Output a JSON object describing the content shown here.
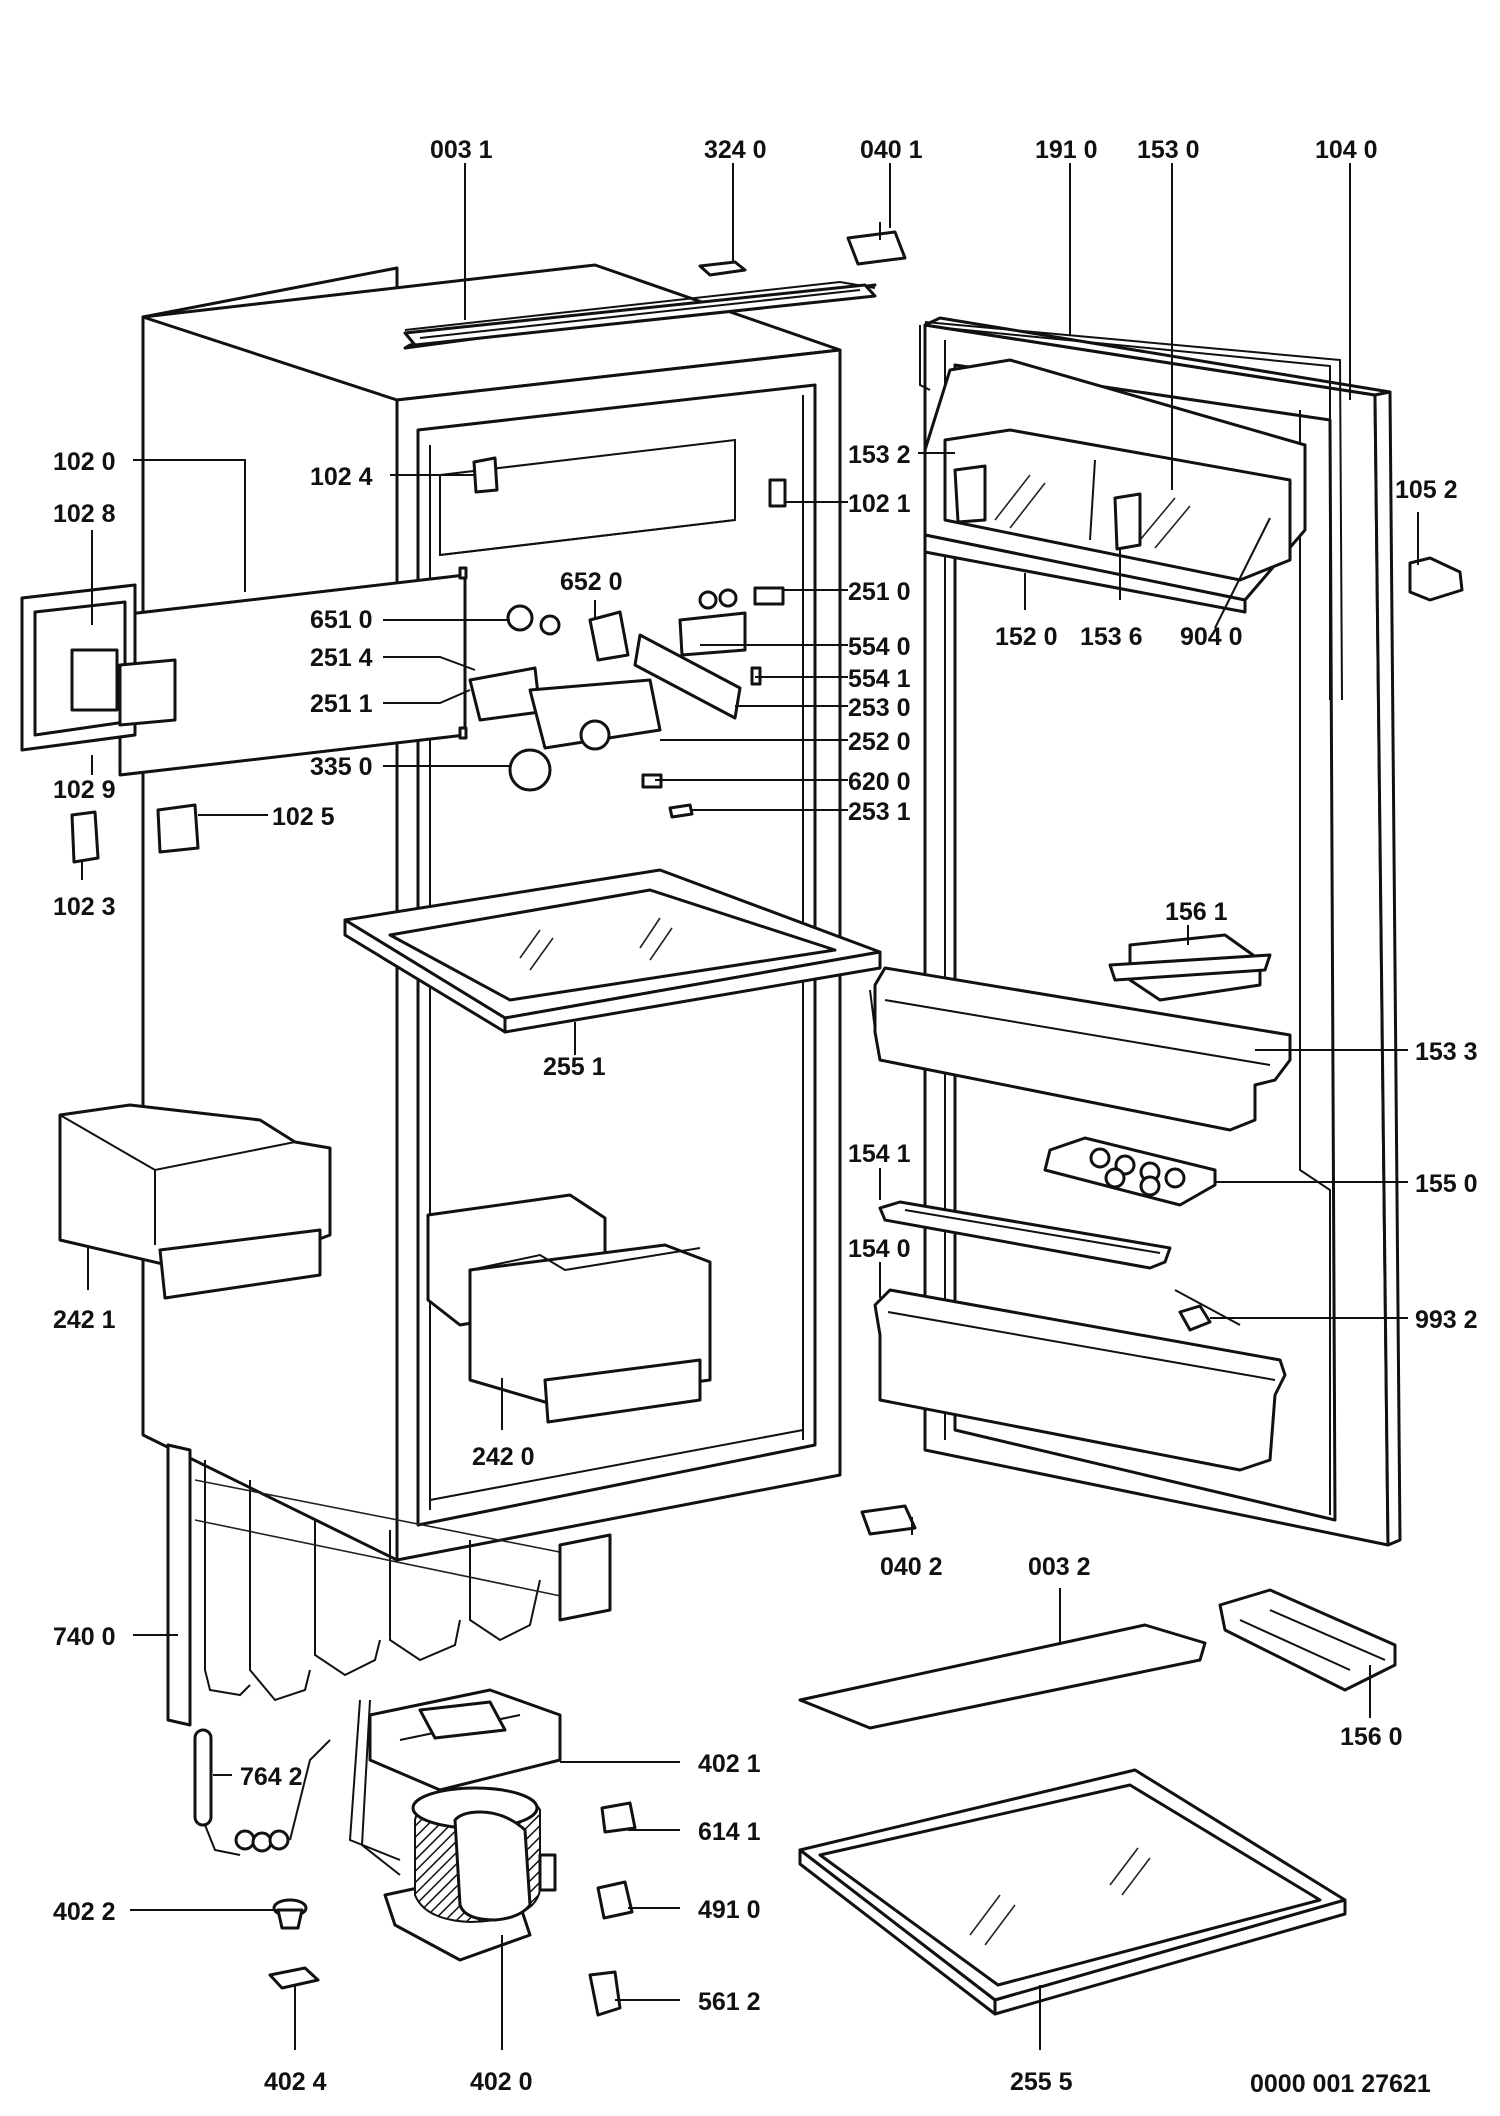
{
  "document_number": "0000 001 27621",
  "labels": [
    {
      "text": "003 1"
    },
    {
      "text": "324 0"
    },
    {
      "text": "040 1"
    },
    {
      "text": "191 0"
    },
    {
      "text": "153 0"
    },
    {
      "text": "104 0"
    },
    {
      "text": "102 0"
    },
    {
      "text": "102 4"
    },
    {
      "text": "102 8"
    },
    {
      "text": "153 2"
    },
    {
      "text": "102 1"
    },
    {
      "text": "105 2"
    },
    {
      "text": "652 0"
    },
    {
      "text": "251 0"
    },
    {
      "text": "651 0"
    },
    {
      "text": "554 0"
    },
    {
      "text": "251 4"
    },
    {
      "text": "554 1"
    },
    {
      "text": "152 0"
    },
    {
      "text": "153 6"
    },
    {
      "text": "904 0"
    },
    {
      "text": "251 1"
    },
    {
      "text": "253 0"
    },
    {
      "text": "252 0"
    },
    {
      "text": "335 0"
    },
    {
      "text": "620 0"
    },
    {
      "text": "102 9"
    },
    {
      "text": "102 5"
    },
    {
      "text": "253 1"
    },
    {
      "text": "102 3"
    },
    {
      "text": "156 1"
    },
    {
      "text": "255 1"
    },
    {
      "text": "153 3"
    },
    {
      "text": "154 1"
    },
    {
      "text": "155 0"
    },
    {
      "text": "154 0"
    },
    {
      "text": "242 1"
    },
    {
      "text": "993 2"
    },
    {
      "text": "242 0"
    },
    {
      "text": "040 2"
    },
    {
      "text": "003 2"
    },
    {
      "text": "740 0"
    },
    {
      "text": "156 0"
    },
    {
      "text": "402 1"
    },
    {
      "text": "764 2"
    },
    {
      "text": "614 1"
    },
    {
      "text": "402 2"
    },
    {
      "text": "491 0"
    },
    {
      "text": "561 2"
    },
    {
      "text": "402 4"
    },
    {
      "text": "402 0"
    },
    {
      "text": "255 5"
    }
  ]
}
